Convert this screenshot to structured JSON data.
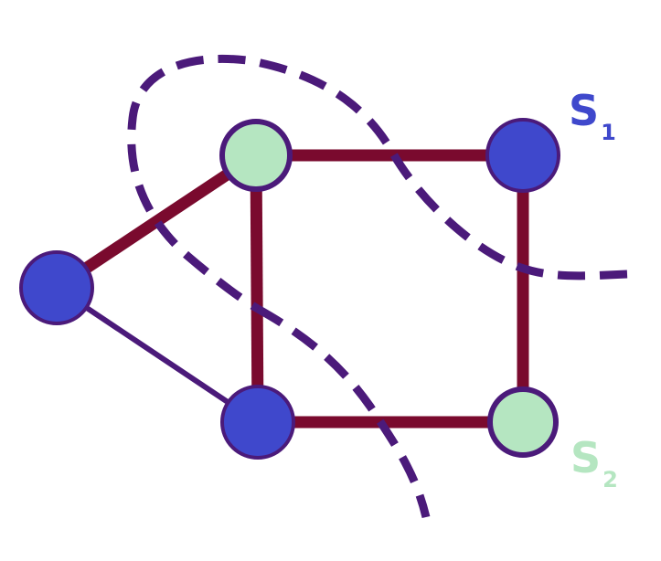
{
  "labels": {
    "s1": {
      "letter": "S",
      "sub": "1"
    },
    "s2": {
      "letter": "S",
      "sub": "2"
    }
  },
  "colors": {
    "set_s1": "#3f48cc",
    "set_s2": "#b5e6c1",
    "node_outline": "#4b1a7a",
    "cut_edge": "#7a0a2e",
    "plain_edge": "#4b1a7a",
    "dashed_curve": "#4b1a7a"
  },
  "nodes": [
    {
      "id": "left",
      "set": "s1"
    },
    {
      "id": "top-middle",
      "set": "s2"
    },
    {
      "id": "top-right",
      "set": "s1"
    },
    {
      "id": "bottom-middle",
      "set": "s1"
    },
    {
      "id": "bottom-right",
      "set": "s2"
    }
  ],
  "edges": [
    {
      "from": "left",
      "to": "top-middle",
      "cut": true
    },
    {
      "from": "top-middle",
      "to": "top-right",
      "cut": true
    },
    {
      "from": "top-right",
      "to": "bottom-right",
      "cut": true
    },
    {
      "from": "bottom-right",
      "to": "bottom-middle",
      "cut": true
    },
    {
      "from": "top-middle",
      "to": "bottom-middle",
      "cut": true
    },
    {
      "from": "left",
      "to": "bottom-middle",
      "cut": false
    }
  ]
}
